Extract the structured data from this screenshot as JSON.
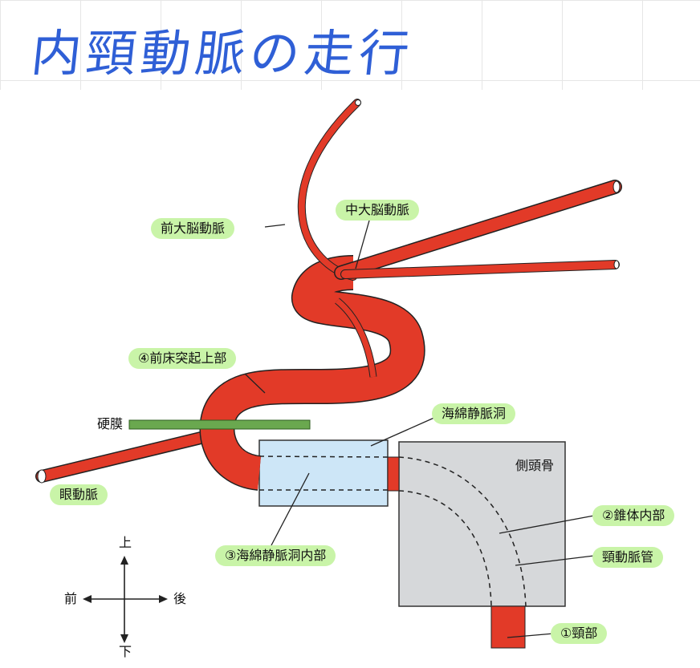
{
  "heading": "内頸動脈の走行",
  "labels": {
    "aca": "前大脳動脈",
    "mca": "中大脳動脈",
    "supraclinoid": "④前床突起上部",
    "dura": "硬膜",
    "ophthalmic": "眼動脈",
    "cavernous_sinus": "海綿静脈洞",
    "temporal_bone": "側頭骨",
    "petrous": "②錐体内部",
    "carotid_canal": "頸動脈管",
    "cavernous": "③海綿静脈洞内部",
    "cervical": "①頸部"
  },
  "directions": {
    "up": "上",
    "down": "下",
    "anterior": "前",
    "posterior": "後"
  },
  "colors": {
    "artery": "#e23a28",
    "label_bg": "#c9f4a8",
    "dura": "#6aa84f",
    "cavernous_sinus": "#cde6f7",
    "temporal_bone": "#d6d8da",
    "heading": "#2f5fd6"
  }
}
